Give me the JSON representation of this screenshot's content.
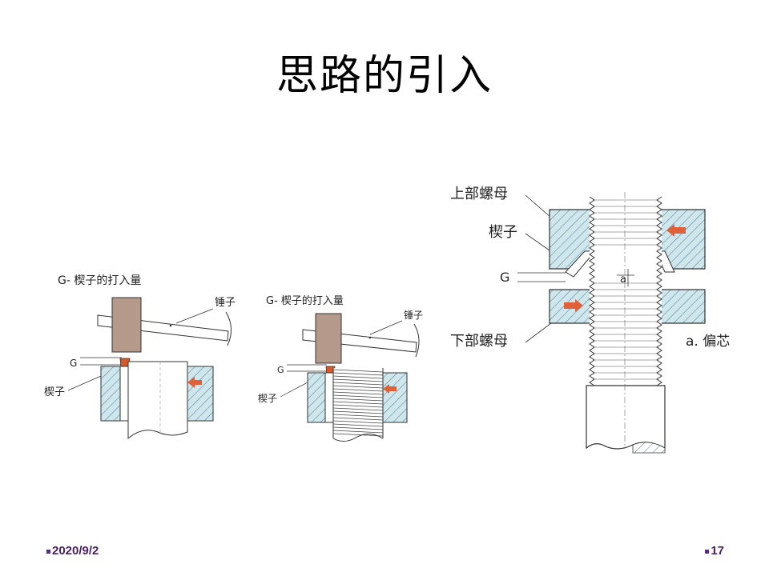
{
  "slide": {
    "title": "思路的引入",
    "date": "2020/9/2",
    "page_number": "17"
  },
  "figure1": {
    "title": "G- 楔子的打入量",
    "hammer_label": "锤子",
    "gap_label": "G",
    "wedge_label": "楔子"
  },
  "figure2": {
    "title": "G- 楔子的打入量",
    "hammer_label": "锤子",
    "gap_label": "G",
    "wedge_label": "楔子"
  },
  "figure3": {
    "upper_nut_label": "上部螺母",
    "wedge_label": "楔子",
    "gap_label": "G",
    "lower_nut_label": "下部螺母",
    "offset_label": "a. 偏芯",
    "center_mark": "a"
  },
  "colors": {
    "hatch_fill": "#cfe6ec",
    "hatch_line": "#4a7d8c",
    "wedge": "#d45a2a",
    "arrow": "#e0603a",
    "hammer": "#b59a8c",
    "accent_footer": "#5b2a86"
  }
}
